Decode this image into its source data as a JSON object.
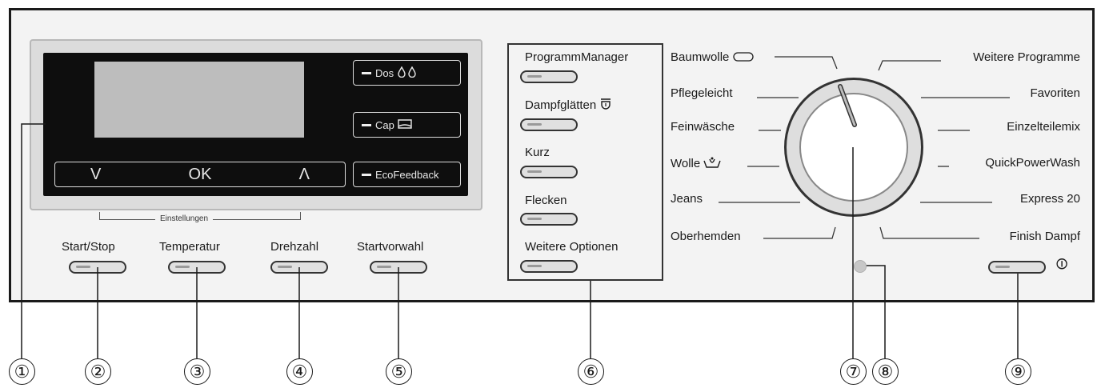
{
  "display": {
    "nav": {
      "down": "V",
      "ok": "OK",
      "up": "Λ"
    },
    "side_buttons": [
      {
        "label": "Dos",
        "icon": "drops-icon"
      },
      {
        "label": "Cap",
        "icon": "capsule-icon"
      },
      {
        "label": "EcoFeedback",
        "icon": ""
      }
    ],
    "settings_label": "Einstellungen"
  },
  "bottom_buttons": [
    {
      "label": "Start/Stop"
    },
    {
      "label": "Temperatur"
    },
    {
      "label": "Drehzahl"
    },
    {
      "label": "Startvorwahl"
    }
  ],
  "options": [
    {
      "label": "ProgrammManager"
    },
    {
      "label": "Dampfglätten",
      "icon": "steam-icon"
    },
    {
      "label": "Kurz"
    },
    {
      "label": "Flecken"
    },
    {
      "label": "Weitere Optionen"
    }
  ],
  "programs_left": [
    {
      "label": "Baumwolle",
      "icon": "cotton-icon"
    },
    {
      "label": "Pflegeleicht"
    },
    {
      "label": "Feinwäsche"
    },
    {
      "label": "Wolle",
      "icon": "wool-icon"
    },
    {
      "label": "Jeans"
    },
    {
      "label": "Oberhemden"
    }
  ],
  "programs_right": [
    {
      "label": "Weitere Programme"
    },
    {
      "label": "Favoriten"
    },
    {
      "label": "Einzelteilemix"
    },
    {
      "label": "QuickPowerWash"
    },
    {
      "label": "Express 20"
    },
    {
      "label": "Finish Dampf"
    }
  ],
  "power": {
    "symbol": "⏼"
  },
  "callouts": [
    "①",
    "②",
    "③",
    "④",
    "⑤",
    "⑥",
    "⑦",
    "⑧",
    "⑨"
  ],
  "colors": {
    "display": "#0e0e0e",
    "lcd": "#bdbdbd",
    "panel": "#f3f3f3"
  }
}
